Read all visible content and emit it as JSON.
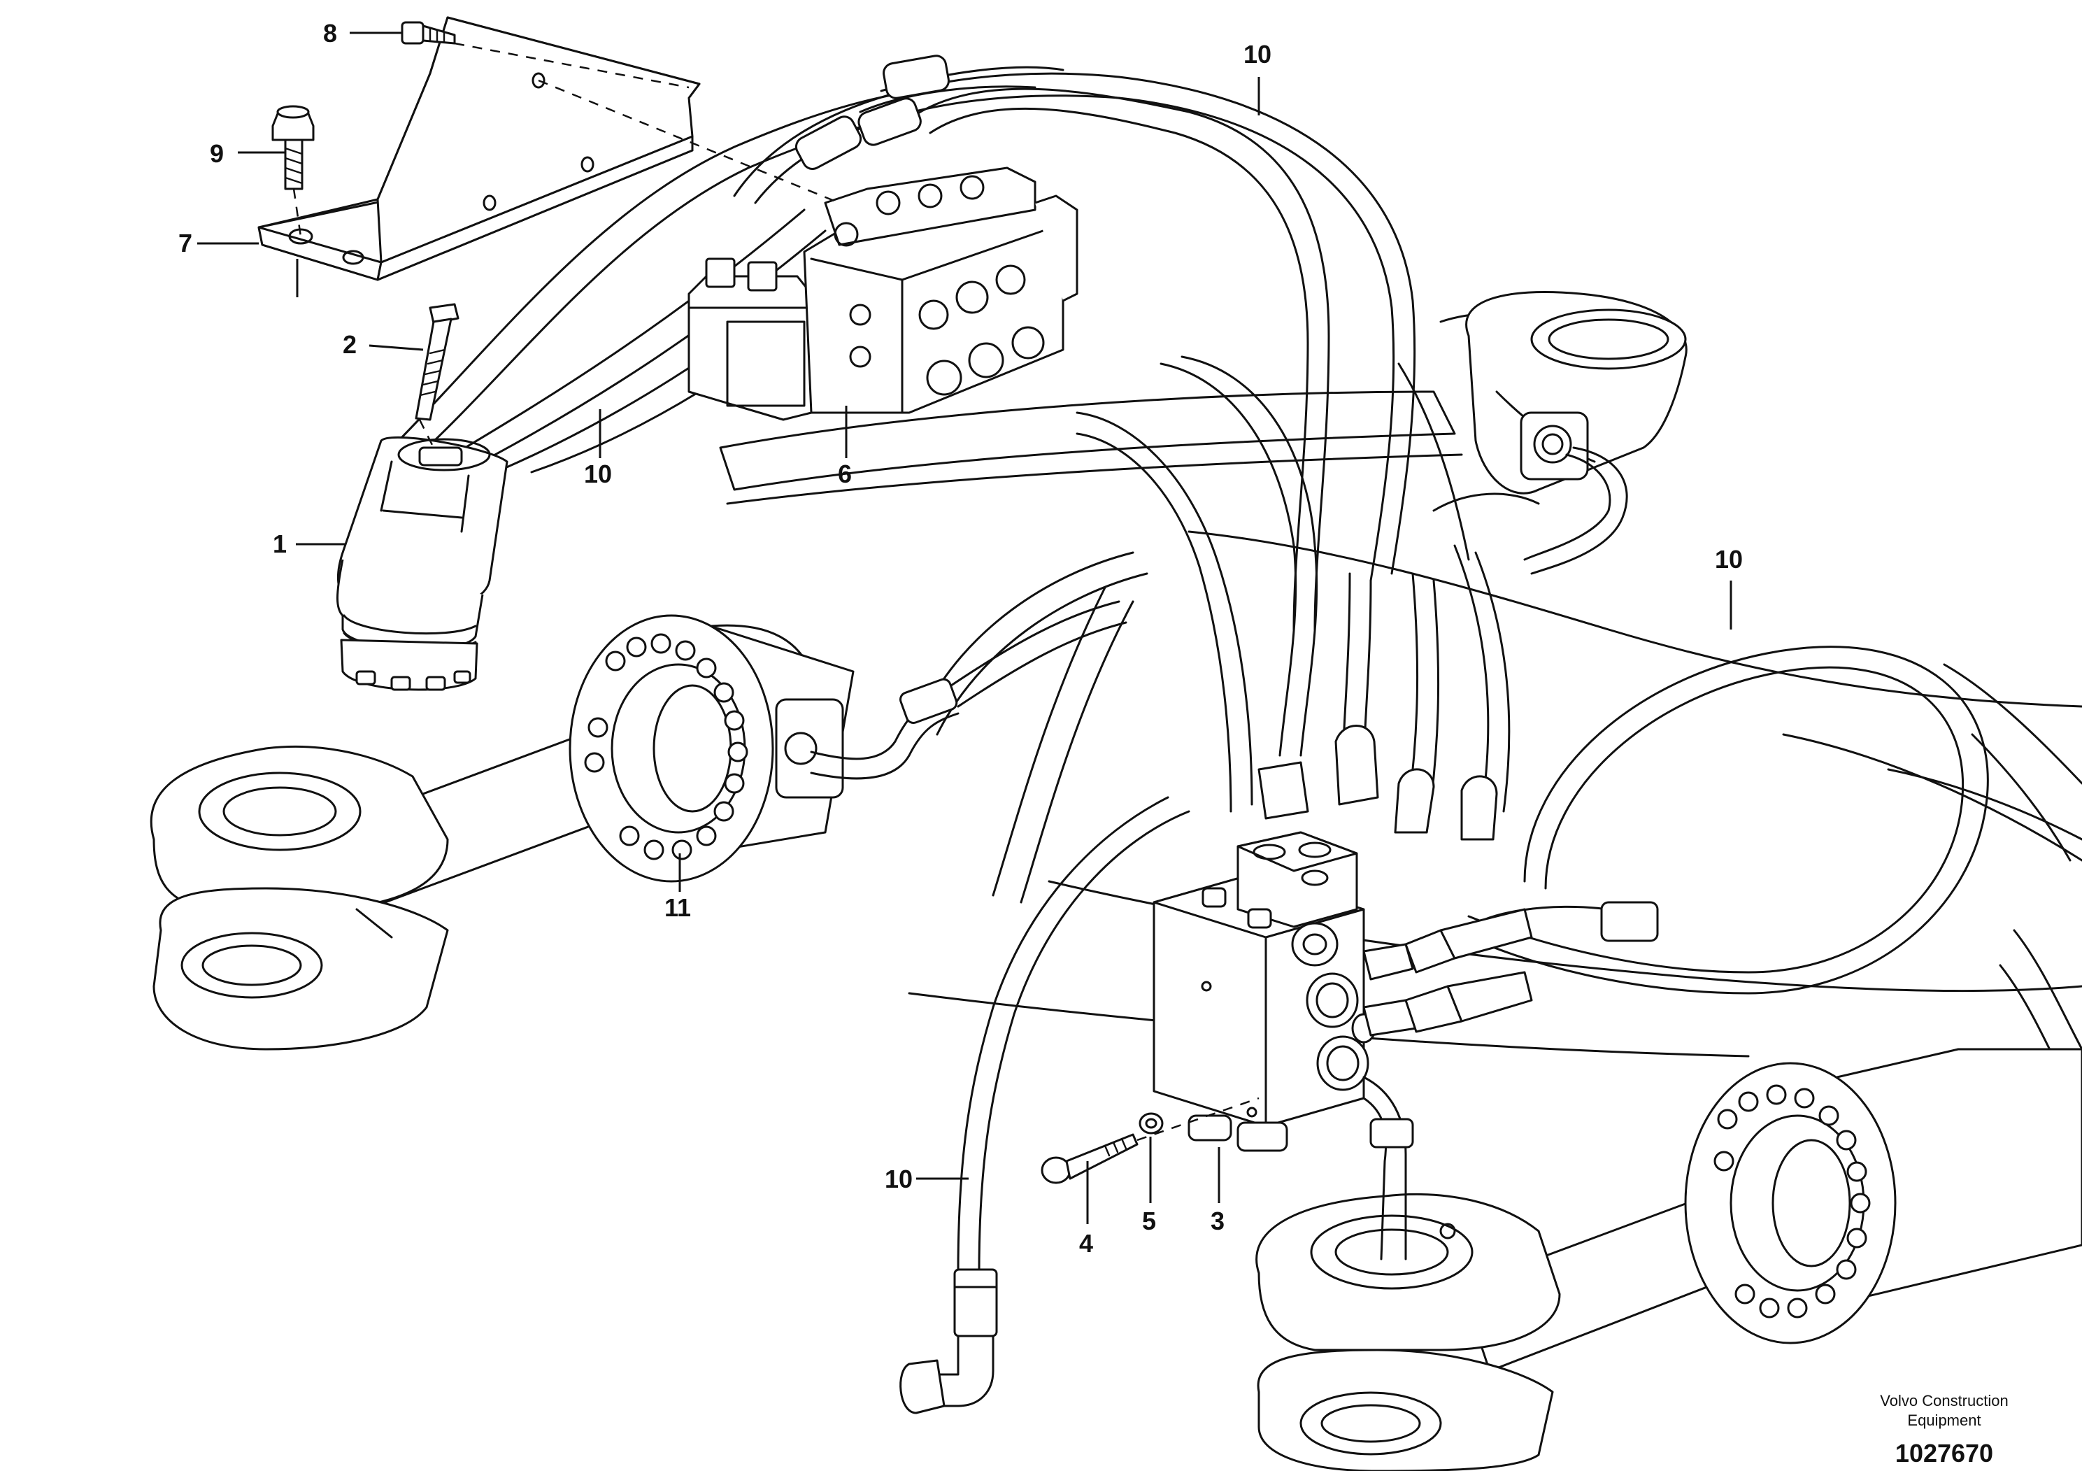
{
  "callouts": [
    {
      "id": "c8",
      "label": "8"
    },
    {
      "id": "c9",
      "label": "9"
    },
    {
      "id": "c7",
      "label": "7"
    },
    {
      "id": "c2",
      "label": "2"
    },
    {
      "id": "c1",
      "label": "1"
    },
    {
      "id": "c10a",
      "label": "10"
    },
    {
      "id": "c6",
      "label": "6"
    },
    {
      "id": "c10b",
      "label": "10"
    },
    {
      "id": "c10c",
      "label": "10"
    },
    {
      "id": "c11",
      "label": "11"
    },
    {
      "id": "c10d",
      "label": "10"
    },
    {
      "id": "c4",
      "label": "4"
    },
    {
      "id": "c5",
      "label": "5"
    },
    {
      "id": "c3",
      "label": "3"
    }
  ],
  "footer": {
    "company_line1": "Volvo Construction",
    "company_line2": "Equipment",
    "drawing_number": "1027670"
  }
}
